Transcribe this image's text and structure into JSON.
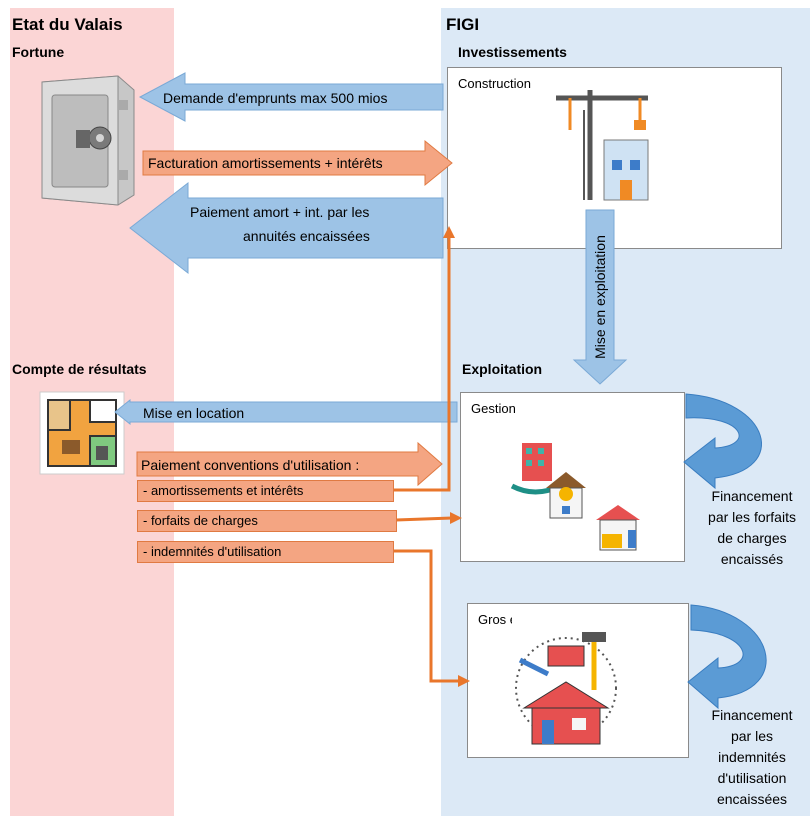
{
  "left_panel": {
    "title": "Etat du Valais",
    "fortune_label": "Fortune",
    "compte_label": "Compte de résultats"
  },
  "right_panel": {
    "title": "FIGI",
    "investissements_label": "Investissements",
    "exploitation_label": "Exploitation"
  },
  "boxes": {
    "construction": "Construction",
    "gestion": "Gestion",
    "gros_entretien": "Gros entretien"
  },
  "arrows": {
    "demande": "Demande d'emprunts max 500 mios",
    "facturation": "Facturation amortissements + intérêts",
    "paiement_line1": "Paiement amort + int. par les",
    "paiement_line2": "annuités encaissées",
    "mise_exploitation": "Mise en exploitation",
    "mise_location": "Mise en location",
    "paiement_conventions": "Paiement conventions d'utilisation :"
  },
  "flows": {
    "amortissements": "- amortissements et intérêts",
    "forfaits": "- forfaits de charges",
    "indemnites": "- indemnités d'utilisation"
  },
  "notes": {
    "financement_forfaits": [
      "Financement",
      "par les forfaits",
      "de charges",
      "encaissés"
    ],
    "financement_indemnites": [
      "Financement",
      "par les",
      "indemnités",
      "d'utilisation",
      "encaissées"
    ]
  },
  "colors": {
    "blue_arrow": "#9dc3e6",
    "orange_arrow": "#f4a582",
    "orange_line": "#e9762b",
    "left_bg": "#fbd5d5",
    "right_bg": "#dce9f6"
  }
}
